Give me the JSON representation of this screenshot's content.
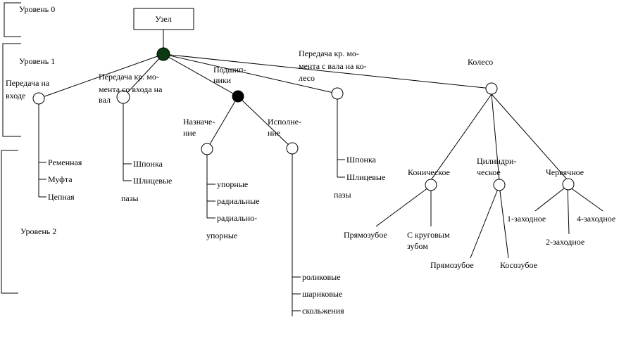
{
  "colors": {
    "ink": "#000000",
    "root_fill": "#0b3a12",
    "filled_node": "#000000",
    "open_node": "#ffffff"
  },
  "levels": {
    "l0": "Уровень 0",
    "l1": "Уровень 1",
    "l2": "Уровень 2"
  },
  "root_box": "Узел",
  "n_input": [
    "Передача на",
    "входе"
  ],
  "n_shaft": [
    "Передача кр. мо-",
    "мента со входа на",
    "вал"
  ],
  "n_bearing": [
    "Подшип-",
    "ники"
  ],
  "n_purpose": [
    "Назначе-",
    "ние"
  ],
  "n_design": [
    "Исполне-",
    "ние"
  ],
  "n_wheel": [
    "Передача кр. мо-",
    "мента с вала на ко-",
    "лесо"
  ],
  "n_gear": "Колесо",
  "n_conical": "Коническое",
  "n_cyl": [
    "Цилиндри-",
    "ческое"
  ],
  "n_worm": "Червячное",
  "leaves_input": [
    "Ременная",
    "Муфта",
    "Цепная"
  ],
  "leaves_shaft": [
    "Шпонка",
    "Шлицевые",
    "пазы"
  ],
  "leaves_purpose": [
    "упорные",
    "радиальные",
    "радиально-",
    "упорные"
  ],
  "leaves_design": [
    "роликовые",
    "шариковые",
    "скольжения"
  ],
  "leaves_wheel": [
    "Шпонка",
    "Шлицевые",
    "пазы"
  ],
  "leaves_conical": [
    "Прямозубое",
    "С круговым",
    "зубом"
  ],
  "leaves_cyl": [
    "Прямозубое",
    "Косозубое"
  ],
  "leaves_worm": [
    "1-заходное",
    "2-заходное",
    "4-заходное"
  ]
}
